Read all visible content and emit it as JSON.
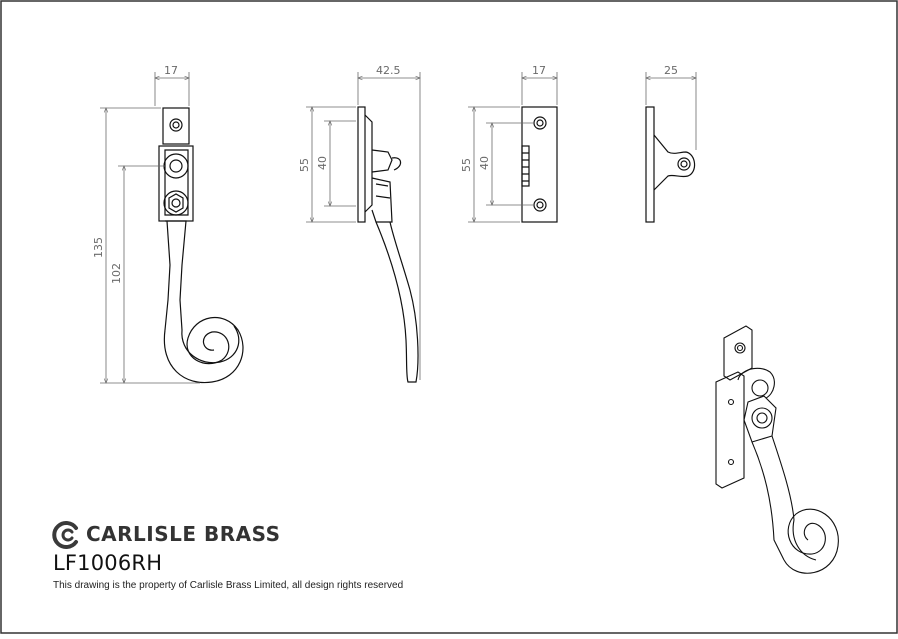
{
  "brand": {
    "name": "CARLISLE BRASS",
    "product_code": "LF1006RH",
    "notice": "This drawing is the property of Carlisle Brass Limited, all design rights reserved"
  },
  "views": {
    "front": {
      "width": "17",
      "overall_height": "135",
      "handle_length": "102"
    },
    "side": {
      "depth": "42.5",
      "plate_height": "55",
      "fixing_centres": "40"
    },
    "keep_front": {
      "width": "17",
      "plate_height": "55",
      "fixing_centres": "40"
    },
    "keep_side": {
      "depth": "25"
    }
  },
  "colors": {
    "line": "#111111",
    "dimension": "#6a6a6a",
    "frame": "#333333"
  }
}
